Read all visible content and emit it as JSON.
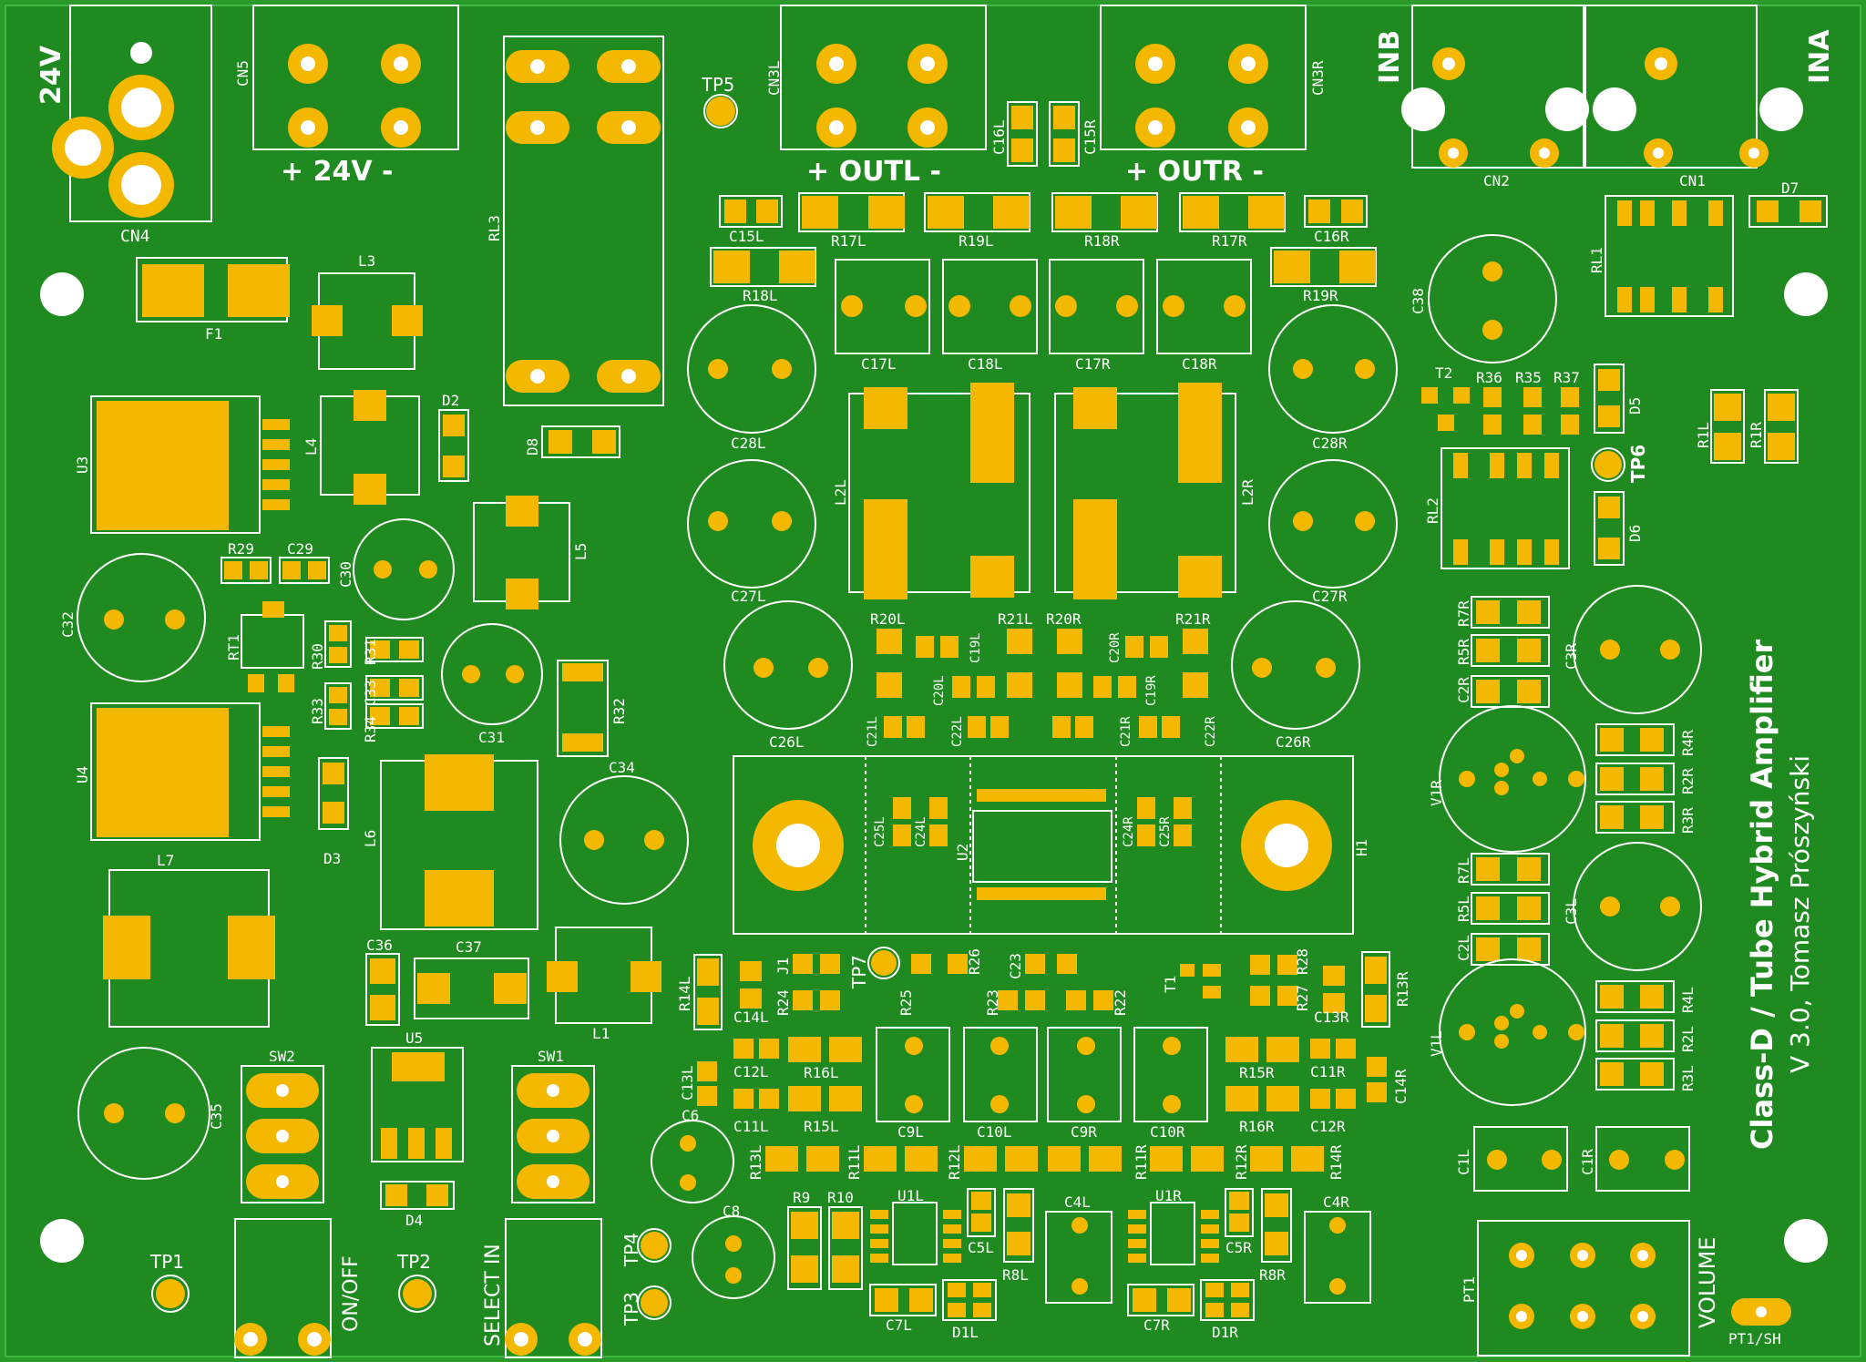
{
  "board": {
    "title": "Class-D / Tube Hybrid Amplifier",
    "version_line": "V 3.0, Tomasz Prószyński",
    "colors": {
      "substrate": "#1f8a1f",
      "copper_pad": "#f5b800",
      "silkscreen": "#ffffff"
    }
  },
  "connectors": {
    "power_24v": "24V",
    "cn5_label": "+ 24V -",
    "out_left": "+ OUTL -",
    "out_right": "+ OUTR -",
    "inb": "INB",
    "ina": "INA",
    "volume": "VOLUME",
    "on_off": "ON/OFF",
    "select_in": "SELECT IN"
  },
  "designators": {
    "cn4": "CN4",
    "cn5": "CN5",
    "cn3l": "CN3L",
    "cn3r": "CN3R",
    "cn2": "CN2",
    "cn1": "CN1",
    "f1": "F1",
    "l3": "L3",
    "l4": "L4",
    "l5": "L5",
    "l6": "L6",
    "l7": "L7",
    "l1": "L1",
    "u3": "U3",
    "u4": "U4",
    "u5": "U5",
    "u2": "U2",
    "u1l": "U1L",
    "u1r": "U1R",
    "d2": "D2",
    "d3": "D3",
    "d4": "D4",
    "d5": "D5",
    "d6": "D6",
    "d7": "D7",
    "d8": "D8",
    "d1l": "D1L",
    "d1r": "D1R",
    "rl1": "RL1",
    "rl2": "RL2",
    "rl3": "RL3",
    "tp1": "TP1",
    "tp2": "TP2",
    "tp3": "TP3",
    "tp4": "TP4",
    "tp5": "TP5",
    "tp6": "TP6",
    "tp7": "TP7",
    "t1": "T1",
    "t2": "T2",
    "h1": "H1",
    "rt1": "RT1",
    "pt1": "PT1",
    "pt1sh": "PT1/SH",
    "j1": "J1",
    "sw1": "SW1",
    "sw2": "SW2",
    "c15l": "C15L",
    "c16l": "C16L",
    "c15r": "C15R",
    "c16r": "C16R",
    "r17l": "R17L",
    "r19l": "R19L",
    "r18r": "R18R",
    "r17r": "R17R",
    "r18l": "R18L",
    "r19r": "R19R",
    "c17l": "C17L",
    "c18l": "C18L",
    "c17r": "C17R",
    "c18r": "C18R",
    "c28l": "C28L",
    "c27l": "C27L",
    "c28r": "C28R",
    "c27r": "C27R",
    "c26l": "C26L",
    "c26r": "C26R",
    "l2l": "L2L",
    "l2r": "L2R",
    "r20l": "R20L",
    "r21l": "R21L",
    "r20r": "R20R",
    "r21r": "R21R",
    "c19l": "C19L",
    "c20l": "C20L",
    "c19r": "C19R",
    "c20r": "C20R",
    "c21l": "C21L",
    "c22l": "C22L",
    "c21r": "C21R",
    "c22r": "C22R",
    "c24l": "C24L",
    "c25l": "C25L",
    "c24r": "C24R",
    "c25r": "C25R",
    "c38": "C38",
    "r36": "R36",
    "r35": "R35",
    "r37": "R37",
    "r1l": "R1L",
    "r1r": "R1R",
    "r7r": "R7R",
    "r5r": "R5R",
    "c2r": "C2R",
    "c3r": "C3R",
    "v1r": "V1R",
    "r4r": "R4R",
    "r2r": "R2R",
    "r3r": "R3R",
    "r7l": "R7L",
    "r5l": "R5L",
    "c2l": "C2L",
    "c3l": "C3L",
    "v1l": "V1L",
    "r4l": "R4L",
    "r2l": "R2L",
    "r3l": "R3L",
    "c1l": "C1L",
    "c1r": "C1R",
    "r29": "R29",
    "c29": "C29",
    "c30": "C30",
    "c32": "C32",
    "c31": "C31",
    "r30": "R30",
    "r31": "R31",
    "r33": "R33",
    "c33": "C33",
    "r34": "R34",
    "r32": "R32",
    "c34": "C34",
    "c35": "C35",
    "c36": "C36",
    "c37": "C37",
    "c6": "C6",
    "c8": "C8",
    "r14l": "R14L",
    "c14l": "C14L",
    "r24": "R24",
    "r25": "R25",
    "r26": "R26",
    "c23": "C23",
    "r23": "R23",
    "r22": "R22",
    "r27": "R27",
    "r28": "R28",
    "c13r": "C13R",
    "r13r": "R13R",
    "c12l": "C12L",
    "r16l": "R16L",
    "c13l": "C13L",
    "c11l": "C11L",
    "r15l": "R15L",
    "c9l": "C9L",
    "c10l": "C10L",
    "c9r": "C9R",
    "c10r": "C10R",
    "r15r": "R15R",
    "c11r": "C11R",
    "c14r": "C14R",
    "r16r": "R16R",
    "c12r": "C12R",
    "r13l": "R13L",
    "r11l": "R11L",
    "r12l": "R12L",
    "r11r": "R11R",
    "r12r": "R12R",
    "r14r": "R14R",
    "r9": "R9",
    "r10": "R10",
    "c5l": "C5L",
    "r8l": "R8L",
    "c4l": "C4L",
    "c5r": "C5R",
    "r8r": "R8R",
    "c4r": "C4R",
    "c7l": "C7L",
    "c7r": "C7R"
  }
}
